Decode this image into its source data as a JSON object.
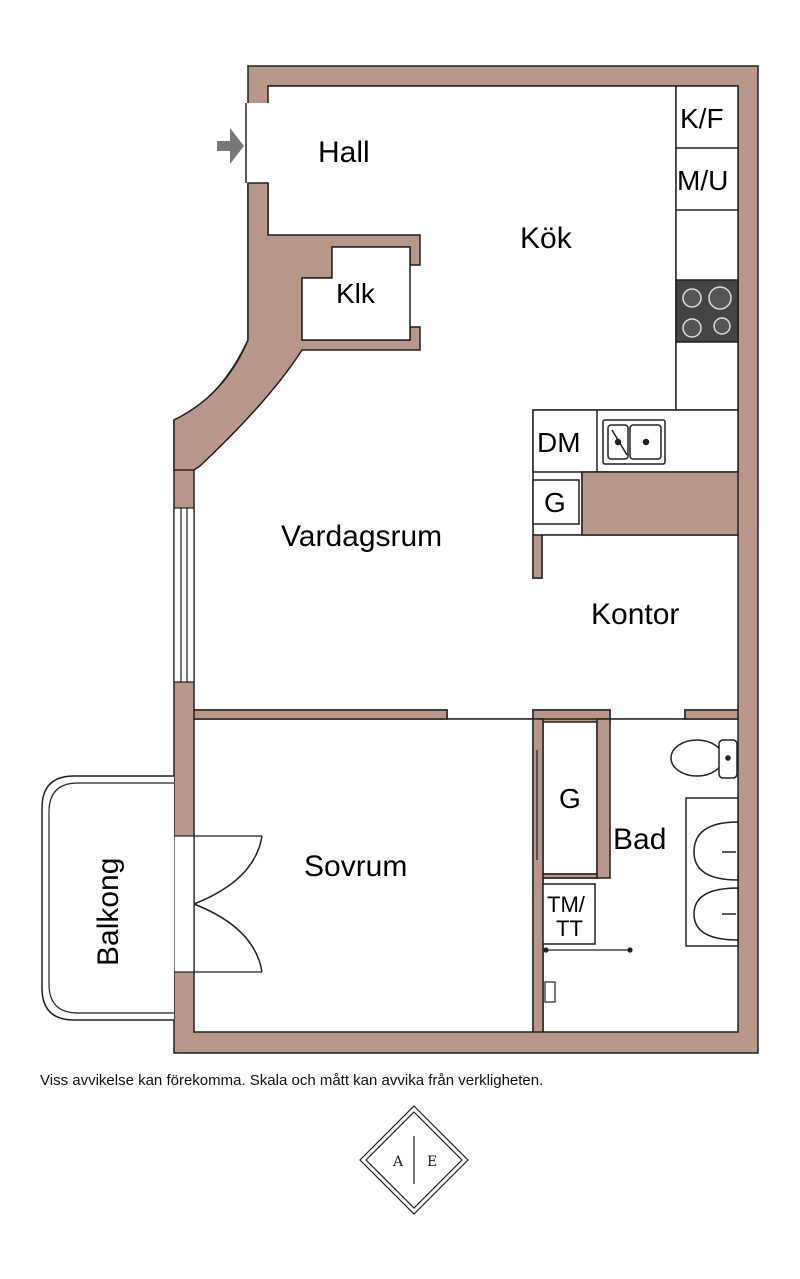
{
  "colors": {
    "wall": "#b8968a",
    "outline": "#222222",
    "floor": "#ffffff",
    "arrow": "#777777",
    "stove": "#444444"
  },
  "rooms": {
    "hall": "Hall",
    "kok": "Kök",
    "klk": "Klk",
    "vardagsrum": "Vardagsrum",
    "kontor": "Kontor",
    "sovrum": "Sovrum",
    "bad": "Bad",
    "balkong": "Balkong"
  },
  "fixtures": {
    "kf": "K/F",
    "mu": "M/U",
    "dm": "DM",
    "g_kitchen": "G",
    "g_closet": "G",
    "tm_line1": "TM/",
    "tm_line2": "TT"
  },
  "disclaimer": "Viss avvikelse kan förekomma. Skala och mått kan avvika från verkligheten.",
  "logo": {
    "left": "A",
    "right": "E"
  }
}
